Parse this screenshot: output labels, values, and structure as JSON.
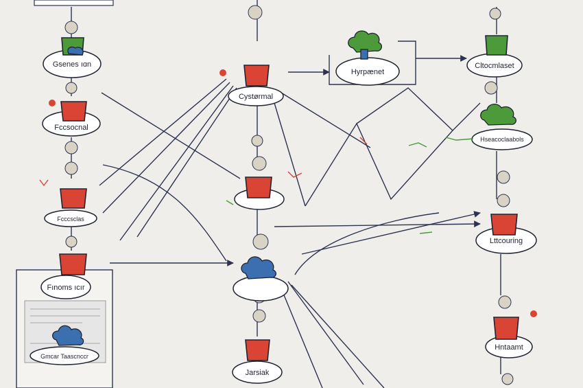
{
  "colors": {
    "background": "#efeeea",
    "line": "#2d3350",
    "red": "#d94434",
    "green": "#4d9a3a",
    "blue": "#3b6fb0",
    "pill_fill": "#ffffff",
    "pill_stroke": "#1f2430"
  },
  "labels": {
    "top_left_node": "Gsenes ıɑn",
    "left_red_1": "Fccsocnal",
    "left_red_2": "Fcccsclas",
    "left_panel_title": "Fınoms ıcır",
    "left_panel_caption": "Gmcar Taascnccr",
    "center_top": "Cystørmal",
    "top_middle_card": "Hyrpænet",
    "top_right_node": "Cltocmlaset",
    "right_green_node": "Hseacoclaabols",
    "right_red_node": "Lttcouring",
    "bottom_right_node": "Hntaamt",
    "bottom_center_node": "Jarsiak"
  },
  "icons": [
    "server-icon",
    "cloud-icon"
  ]
}
